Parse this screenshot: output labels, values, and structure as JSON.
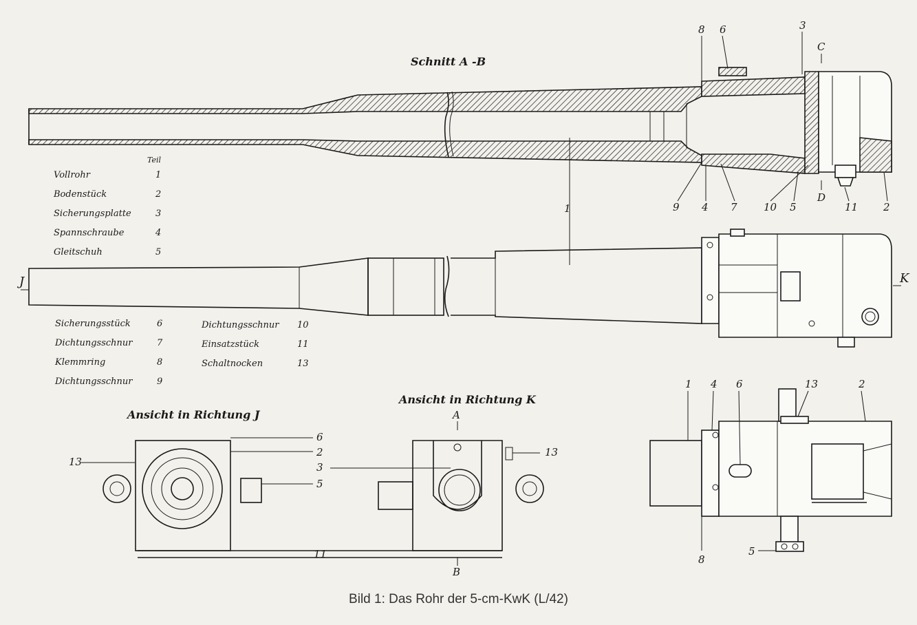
{
  "section_title": "Schnitt A -B",
  "view_j_title": "Ansicht in Richtung J",
  "view_k_title": "Ansicht in Richtung K",
  "caption": "Bild 1: Das Rohr der 5-cm-KwK (L/42)",
  "parts_header": "Teil",
  "parts_col1": [
    {
      "name": "Vollrohr",
      "num": "1"
    },
    {
      "name": "Bodenstück",
      "num": "2"
    },
    {
      "name": "Sicherungsplatte",
      "num": "3"
    },
    {
      "name": "Spannschraube",
      "num": "4"
    },
    {
      "name": "Gleitschuh",
      "num": "5"
    }
  ],
  "parts_col2": [
    {
      "name": "Sicherungsstück",
      "num": "6"
    },
    {
      "name": "Dichtungsschnur",
      "num": "7"
    },
    {
      "name": "Klemmring",
      "num": "8"
    },
    {
      "name": "Dichtungsschnur",
      "num": "9"
    }
  ],
  "parts_col3": [
    {
      "name": "Dichtungsschnur",
      "num": "10"
    },
    {
      "name": "Einsatzstück",
      "num": "11"
    },
    {
      "name": "Schaltnocken",
      "num": "13"
    }
  ],
  "section_marks": {
    "a": "A",
    "b": "B",
    "c": "C",
    "d": "D",
    "j": "J",
    "k": "K"
  },
  "callouts": {
    "section_top": [
      "8",
      "6",
      "3"
    ],
    "section_bottom": [
      "9",
      "4",
      "7",
      "10",
      "5",
      "11",
      "2"
    ],
    "barrel": "1",
    "view_j": [
      "13",
      "6",
      "2",
      "3",
      "5",
      "11"
    ],
    "view_k": [
      "13"
    ],
    "top_view_top": [
      "1",
      "4",
      "6",
      "13",
      "2"
    ],
    "top_view_bottom": [
      "8",
      "5"
    ]
  }
}
